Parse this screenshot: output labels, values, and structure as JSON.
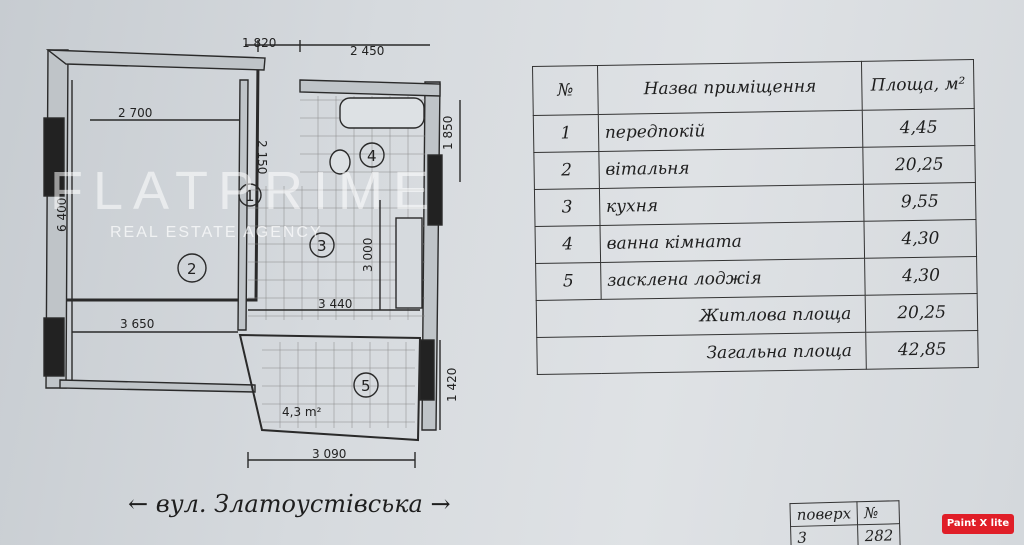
{
  "plan": {
    "dimensions": [
      "1 820",
      "2 450",
      "2 700",
      "2 150",
      "1 850",
      "6 400",
      "3 000",
      "3 440",
      "3 650",
      "1 420",
      "3 090"
    ],
    "room_numbers": [
      "1",
      "2",
      "3",
      "4",
      "5"
    ],
    "loggia_area": "4,3 m²"
  },
  "watermark": {
    "title": "FLATPRIME",
    "subtitle": "REAL ESTATE AGENCY"
  },
  "table": {
    "header": {
      "no": "№",
      "name": "Назва приміщення",
      "area": "Площа, м²"
    },
    "rows": [
      {
        "no": "1",
        "name": "передпокій",
        "area": "4,45"
      },
      {
        "no": "2",
        "name": "вітальня",
        "area": "20,25"
      },
      {
        "no": "3",
        "name": "кухня",
        "area": "9,55"
      },
      {
        "no": "4",
        "name": "ванна кімната",
        "area": "4,30"
      },
      {
        "no": "5",
        "name": "засклена лоджія",
        "area": "4,30"
      }
    ],
    "living": {
      "label": "Житлова площа",
      "value": "20,25"
    },
    "total": {
      "label": "Загальна площа",
      "value": "42,85"
    }
  },
  "street": "вул. Златоустівська",
  "corner": {
    "floor_label": "поверх",
    "no_label": "№",
    "floor_value": "3",
    "no_value": "282"
  },
  "badge": "Paint X lite"
}
